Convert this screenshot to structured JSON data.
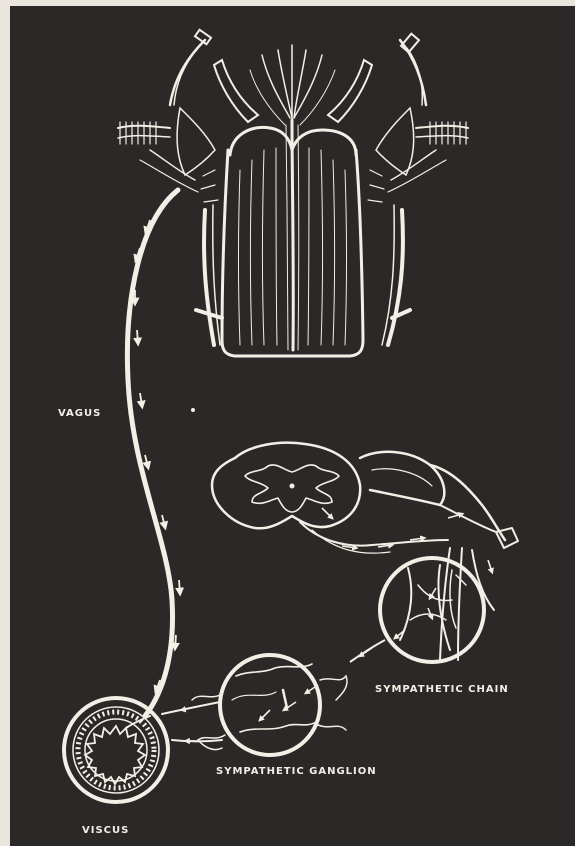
{
  "colors": {
    "background": "#2b2927",
    "linework": "#f2efe6",
    "page_edge": "#e9e5dc"
  },
  "labels": {
    "vagus": "VAGUS",
    "sympathetic_chain": "SYMPATHETIC CHAIN",
    "sympathetic_ganglion": "SYMPATHETIC GANGLION",
    "viscus": "VISCUS"
  },
  "icons": [
    "brainstem-illustration",
    "spinal-cord-cross-section",
    "chain-magnifier",
    "ganglion-magnifier",
    "viscus-cross-section",
    "flow-arrow"
  ]
}
